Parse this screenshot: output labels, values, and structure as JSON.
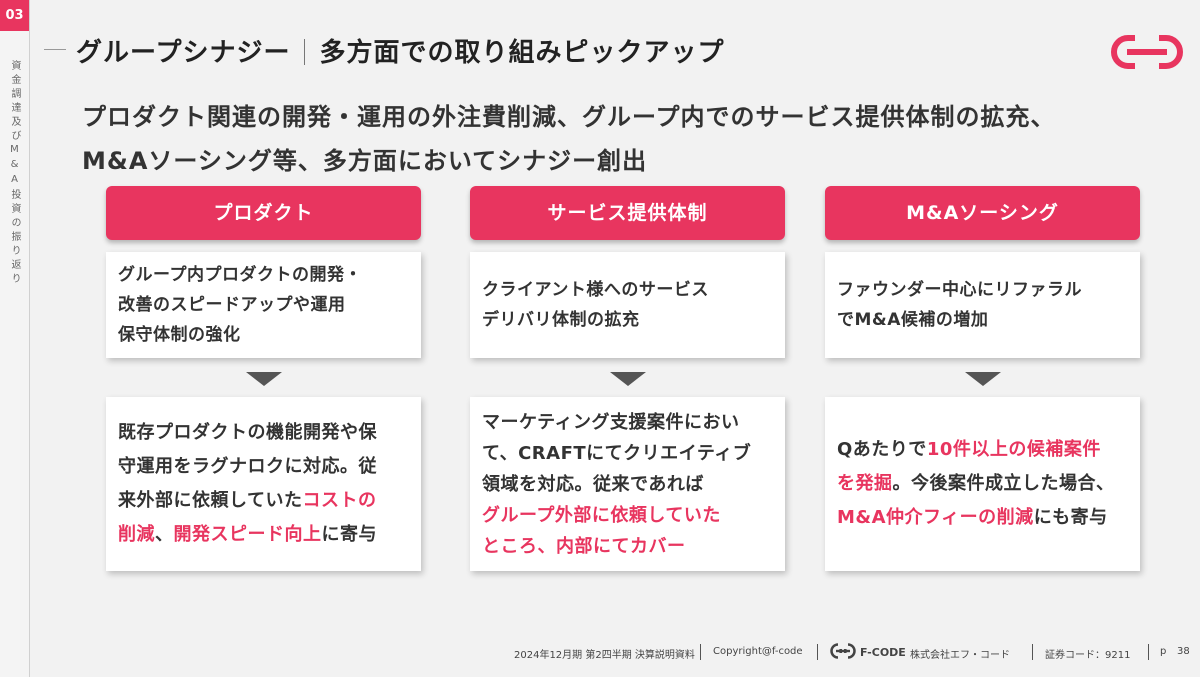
{
  "sidebar": {
    "section_number": "03",
    "vertical_label": "資金調達及びM&A投資の振り返り"
  },
  "header": {
    "title_left": "グループシナジー",
    "title_right": "多方面での取り組みピックアップ"
  },
  "lead": {
    "line1": "プロダクト関連の開発・運用の外注費削減、グループ内でのサービス提供体制の拡充、",
    "line2": "M&Aソーシング等、多方面においてシナジー創出"
  },
  "columns": [
    {
      "heading": "プロダクト",
      "top_lines": [
        "グループ内プロダクトの開発・",
        "改善のスピードアップや運用",
        "保守体制の強化"
      ],
      "bottom": {
        "l1": "既存プロダクトの機能開発や保",
        "l2": "守運用をラグナロクに対応。従",
        "l3a": "来外部に依頼していた",
        "l3b": "コストの",
        "l4a": "削減",
        "l4b": "、",
        "l4c": "開発スピード向上",
        "l4d": "に寄与"
      }
    },
    {
      "heading": "サービス提供体制",
      "top_lines": [
        "クライアント様へのサービス",
        "デリバリ体制の拡充"
      ],
      "bottom": {
        "l1": "マーケティング支援案件におい",
        "l2": "て、CRAFTにてクリエイティブ",
        "l3": "領域を対応。従来であれば",
        "l4": "グループ外部に依頼していた",
        "l5": "ところ、内部にてカバー"
      }
    },
    {
      "heading": "M&Aソーシング",
      "top_lines": [
        "ファウンダー中心にリファラル",
        "でM&A候補の増加"
      ],
      "bottom": {
        "l1a": "Qあたりで",
        "l1b": "10件以上の候補案件",
        "l2a": "を発掘",
        "l2b": "。今後案件成立した場合、",
        "l3a": "M&A仲介フィーの削減",
        "l3b": "にも寄与"
      }
    }
  ],
  "footer": {
    "period": "2024年12月期 第2四半期 決算説明資料",
    "copyright": "Copyright@f-code",
    "brand": "F-CODE",
    "company": "株式会社エフ・コード",
    "code": "証券コード：9211",
    "page_label": "p",
    "page_number": "38"
  },
  "colors": {
    "accent": "#e8355f",
    "background": "#f2f2f2"
  }
}
